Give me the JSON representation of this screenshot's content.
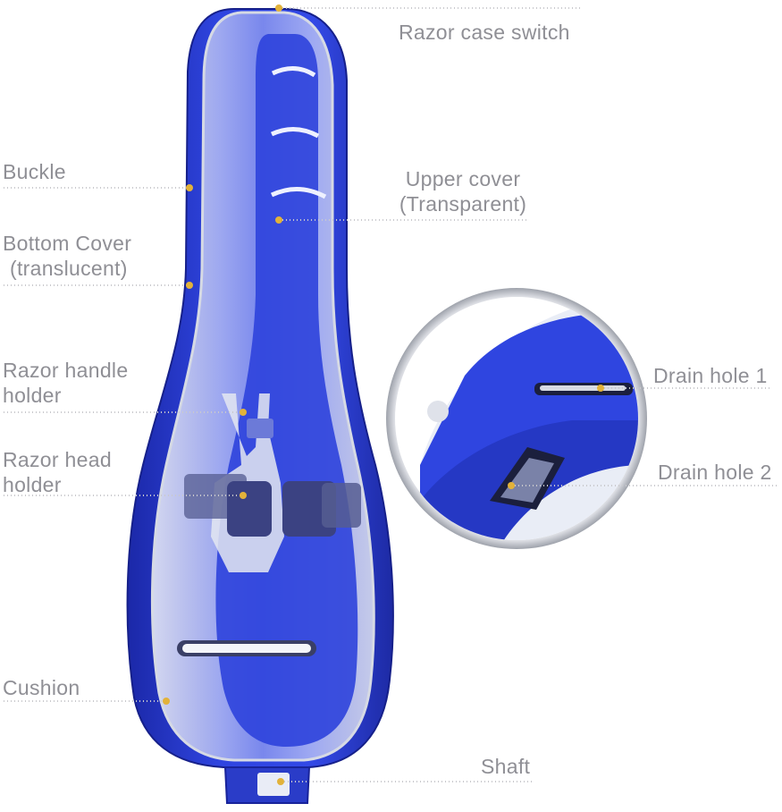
{
  "colors": {
    "case_blue": "#2c3fd9",
    "case_blue_dark": "#1a2596",
    "transparent_cover": "#e8ecf4",
    "leader_line": "#c9c9cd",
    "callout_dot": "#e2b23a",
    "label_text": "#8f8f95",
    "magnifier_ring": "#b9bcc4"
  },
  "labels": {
    "razor_case_switch": "Razor case switch",
    "buckle": "Buckle",
    "upper_cover_1": "Upper cover",
    "upper_cover_2": "(Transparent)",
    "bottom_cover_1": "Bottom Cover",
    "bottom_cover_2": "(translucent)",
    "razor_handle_holder_1": "Razor handle",
    "razor_handle_holder_2": "holder",
    "drain_hole_1": "Drain hole 1",
    "razor_head_holder_1": "Razor head",
    "razor_head_holder_2": "holder",
    "drain_hole_2": "Drain hole 2",
    "cushion": "Cushion",
    "shaft": "Shaft"
  }
}
